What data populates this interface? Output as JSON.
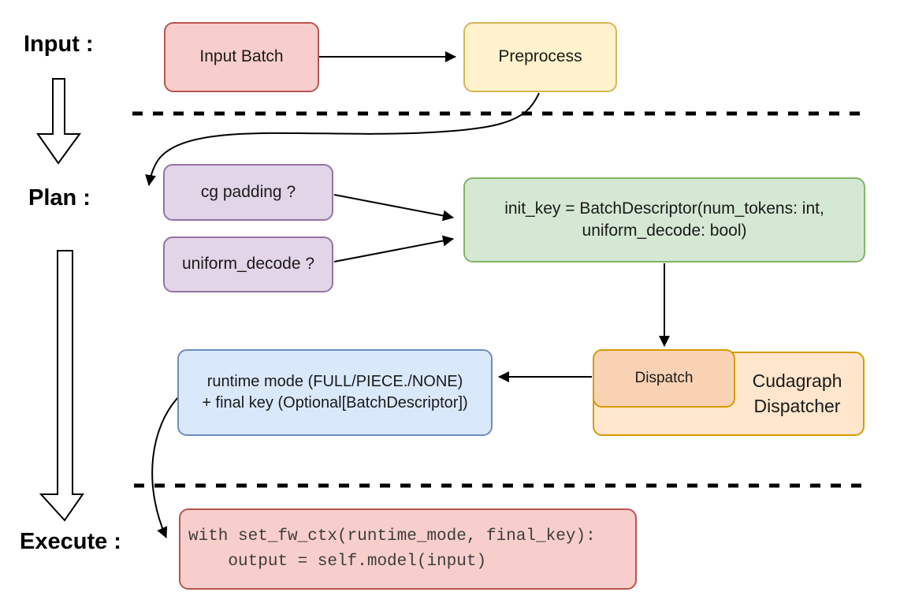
{
  "palette": {
    "red_fill": "#f8cecc",
    "red_stroke": "#b85450",
    "yellow_fill": "#fff2cc",
    "yellow_stroke": "#d6b656",
    "purple_fill": "#e1d5e7",
    "purple_stroke": "#9673a6",
    "green_fill": "#d5e8d4",
    "green_stroke": "#82b366",
    "blue_fill": "#dae8fc",
    "blue_stroke": "#6c8ebf",
    "orange_fill": "#ffe6cc",
    "orange_inner_fill": "#f9d2b4",
    "orange_stroke": "#d79b00",
    "connector": "#000000"
  },
  "sections": {
    "input": "Input :",
    "plan": "Plan :",
    "execute": "Execute :"
  },
  "nodes": {
    "input_batch": {
      "label": "Input Batch"
    },
    "preprocess": {
      "label": "Preprocess"
    },
    "cg_padding": {
      "label": "cg padding ?"
    },
    "uniform_decode": {
      "label": "uniform_decode ?"
    },
    "init_key": {
      "lines": [
        "init_key = BatchDescriptor(num_tokens: int,",
        "uniform_decode: bool)"
      ]
    },
    "runtime_mode": {
      "lines": [
        "runtime mode (FULL/PIECE./NONE)",
        "+ final key (Optional[BatchDescriptor])"
      ]
    },
    "dispatch": {
      "label": "Dispatch"
    },
    "cudagraph_dispatcher": {
      "lines": [
        "Cudagraph",
        "Dispatcher"
      ]
    },
    "execute_code": {
      "lines": [
        "with set_fw_ctx(runtime_mode, final_key):",
        "    output = self.model(input)"
      ]
    }
  },
  "edges": [
    {
      "from": "input_batch",
      "to": "preprocess"
    },
    {
      "from": "preprocess",
      "to": "cg_padding"
    },
    {
      "from": "cg_padding",
      "to": "init_key"
    },
    {
      "from": "uniform_decode",
      "to": "init_key"
    },
    {
      "from": "init_key",
      "to": "dispatch"
    },
    {
      "from": "dispatch",
      "to": "runtime_mode"
    },
    {
      "from": "runtime_mode",
      "to": "execute_code"
    },
    {
      "from": "section_input",
      "to": "section_plan"
    },
    {
      "from": "section_plan",
      "to": "section_execute"
    }
  ]
}
